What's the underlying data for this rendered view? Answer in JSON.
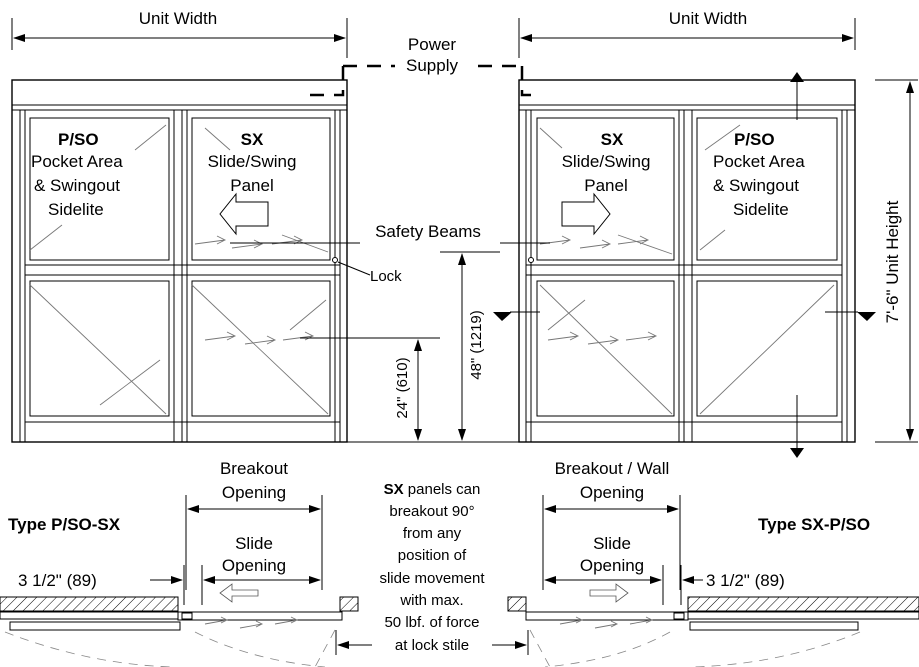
{
  "labels": {
    "unit_width_left": "Unit Width",
    "unit_width_right": "Unit Width",
    "power_supply_line1": "Power",
    "power_supply_line2": "Supply",
    "left_pso_title": "P/SO",
    "left_pso_line1": "Pocket Area",
    "left_pso_line2": "& Swingout",
    "left_pso_line3": "Sidelite",
    "left_sx_title": "SX",
    "left_sx_line1": "Slide/Swing",
    "left_sx_line2": "Panel",
    "right_sx_title": "SX",
    "right_sx_line1": "Slide/Swing",
    "right_sx_line2": "Panel",
    "right_pso_title": "P/SO",
    "right_pso_line1": "Pocket Area",
    "right_pso_line2": "& Swingout",
    "right_pso_line3": "Sidelite",
    "safety_beams": "Safety Beams",
    "lock": "Lock",
    "dim_48": "48\" (1219)",
    "dim_24": "24\" (610)",
    "unit_height": "7'-6\" Unit Height",
    "breakout_opening_line1": "Breakout",
    "breakout_opening_line2": "Opening",
    "breakout_wall_line1": "Breakout / Wall",
    "breakout_wall_line2": "Opening",
    "slide_opening_left_line1": "Slide",
    "slide_opening_left_line2": "Opening",
    "slide_opening_right_line1": "Slide",
    "slide_opening_right_line2": "Opening",
    "type_left": "Type P/SO-SX",
    "type_right": "Type SX-P/SO",
    "offset_left": "3 1/2\" (89)",
    "offset_right": "3 1/2\" (89)",
    "note_bold": "SX",
    "note_line1_rest": " panels can",
    "note_line2": "breakout 90°",
    "note_line3": "from any",
    "note_line4": "position of",
    "note_line5": "slide movement",
    "note_line6": "with max.",
    "note_line7": "50 lbf. of force",
    "note_line8": "at lock stile"
  }
}
